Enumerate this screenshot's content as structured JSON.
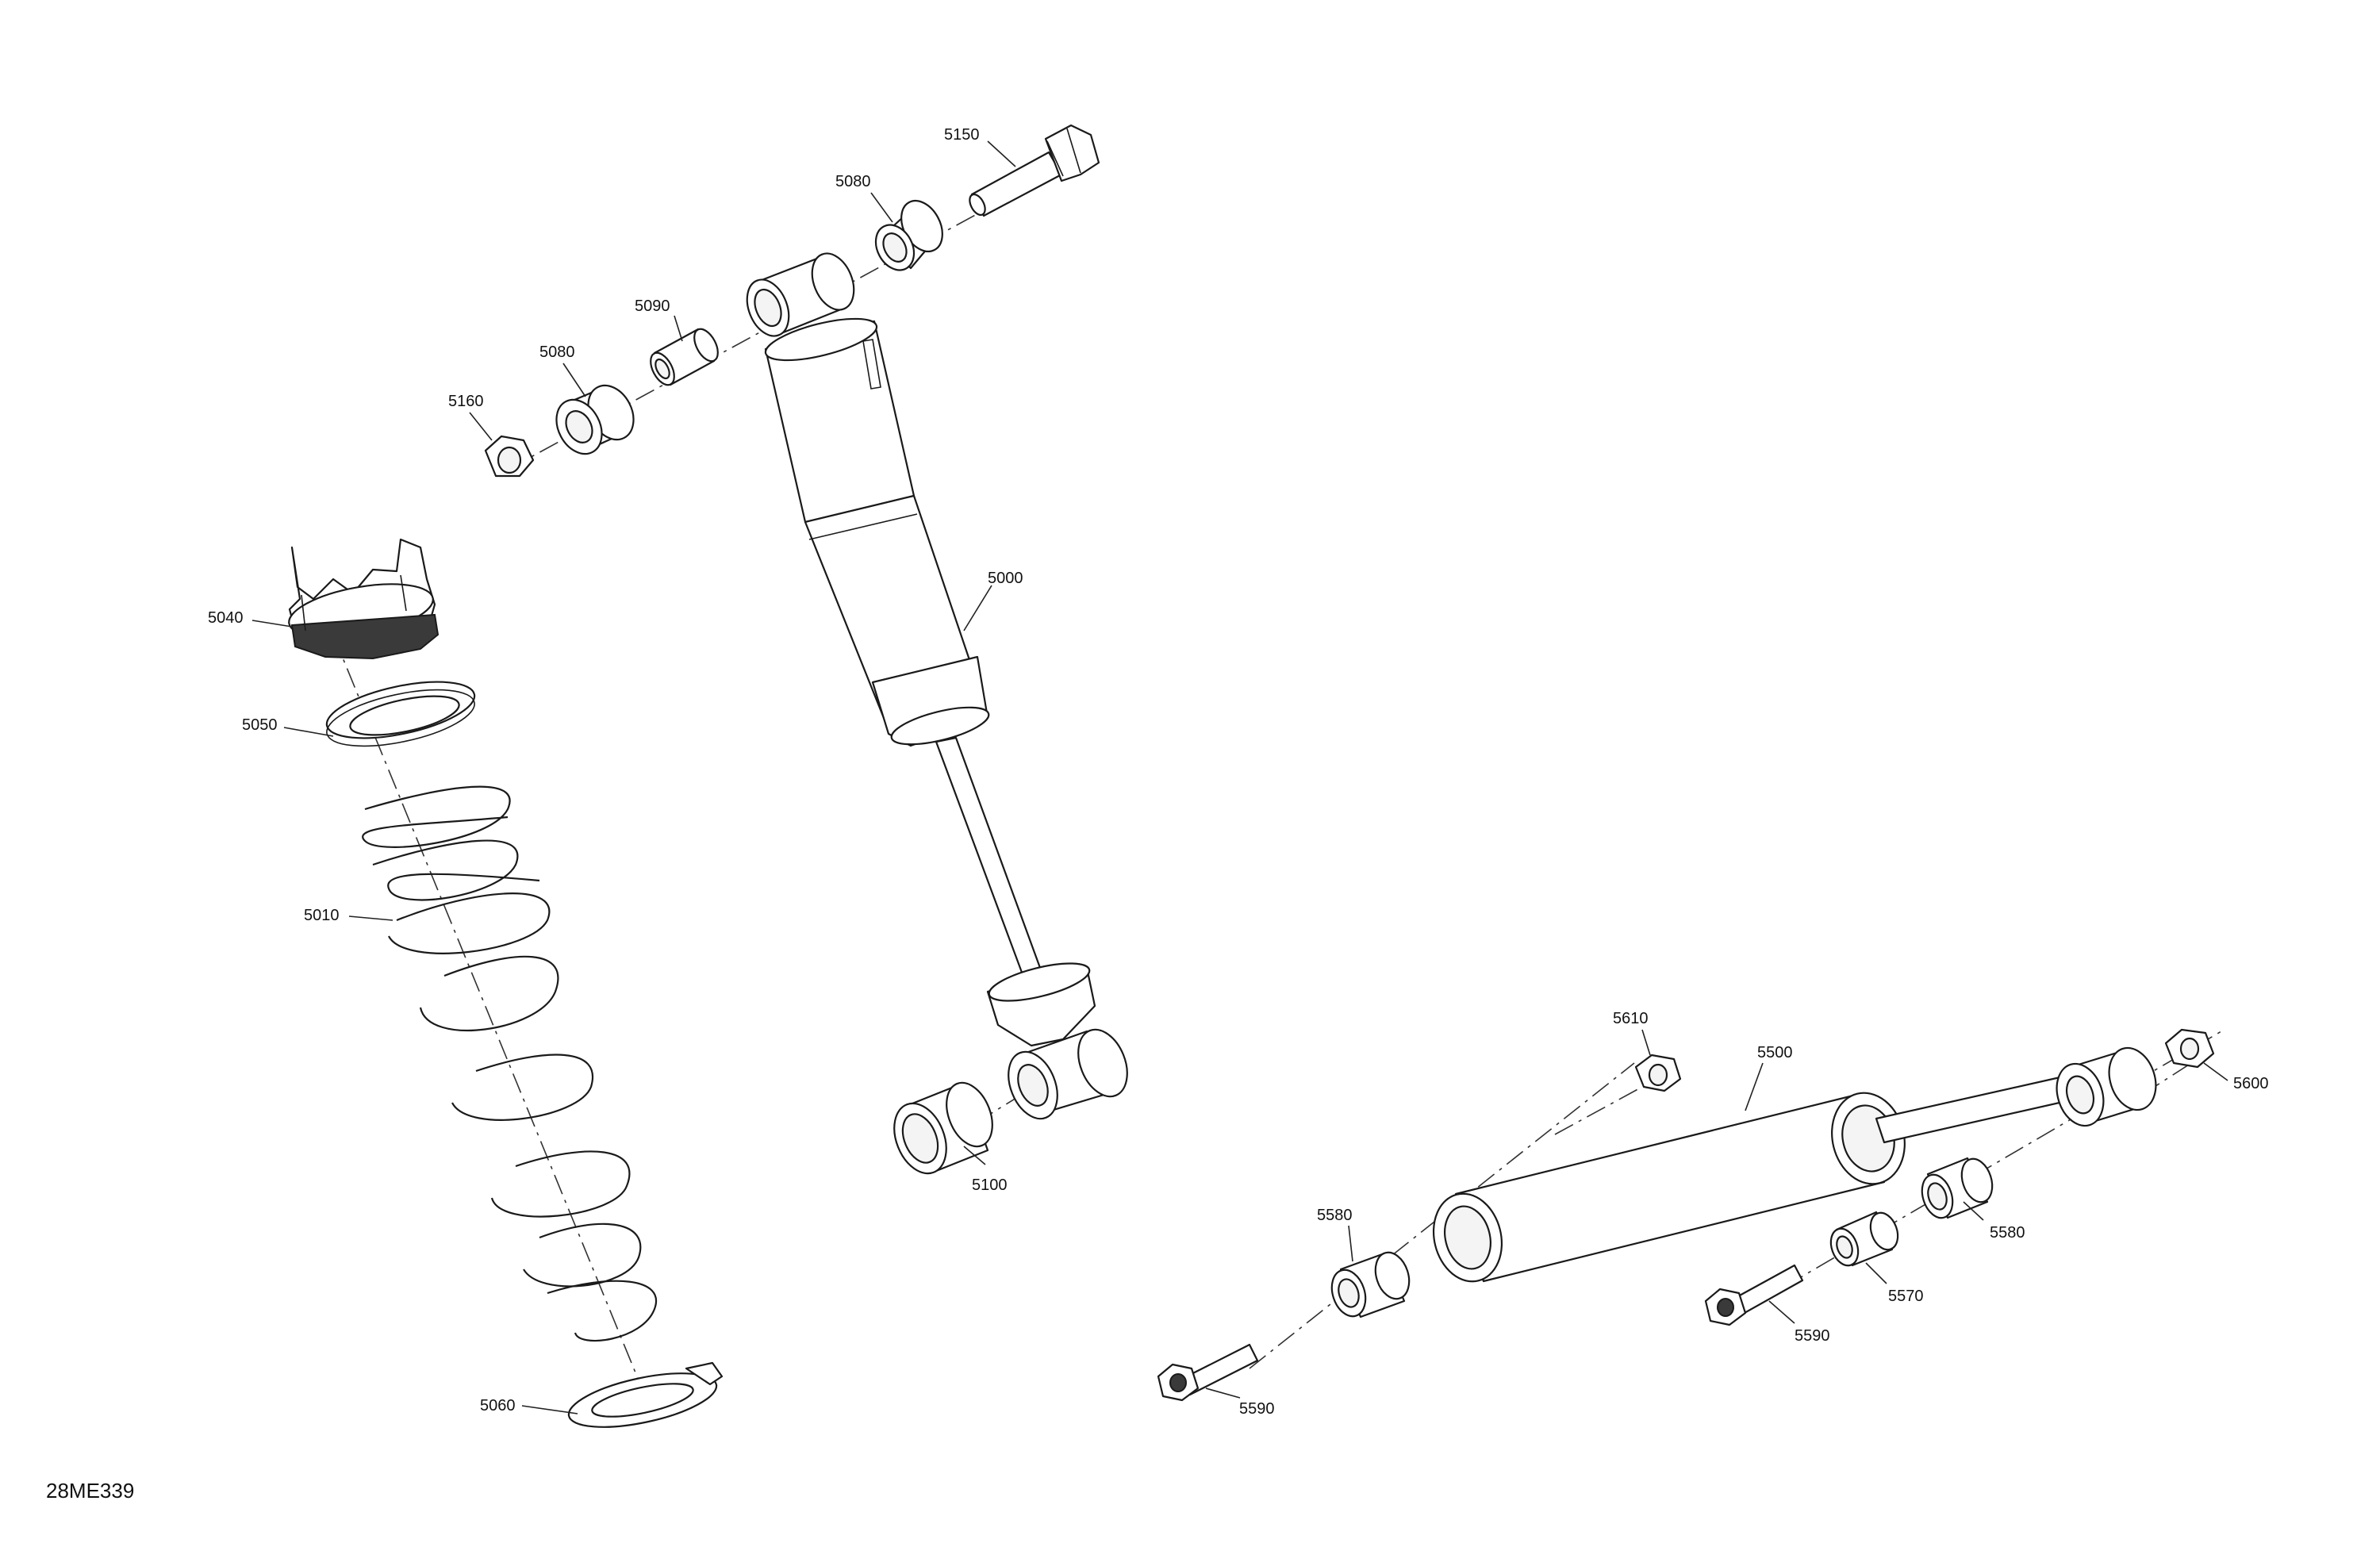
{
  "figure_code": "28ME339",
  "callouts": {
    "c5150": "5150",
    "c5080a": "5080",
    "c5090": "5090",
    "c5080b": "5080",
    "c5160": "5160",
    "c5040": "5040",
    "c5050": "5050",
    "c5010": "5010",
    "c5000": "5000",
    "c5100": "5100",
    "c5060": "5060",
    "c5610": "5610",
    "c5500": "5500",
    "c5600": "5600",
    "c5580a": "5580",
    "c5580b": "5580",
    "c5570": "5570",
    "c5590a": "5590",
    "c5590b": "5590"
  }
}
